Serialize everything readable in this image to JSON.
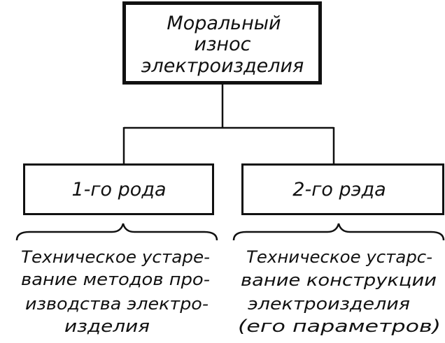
{
  "root": {
    "lines": [
      "Моральный",
      "износ",
      "электроизделия"
    ]
  },
  "children": [
    {
      "label": "1-го рода",
      "description": [
        "Техническое устаре-",
        "вание методов про-",
        "изводства электро-",
        "изделия"
      ]
    },
    {
      "label": "2-го рэда",
      "description": [
        "Техническое устарс-",
        "вание конструкции",
        "электроизделия",
        "(его параметров)"
      ]
    }
  ]
}
